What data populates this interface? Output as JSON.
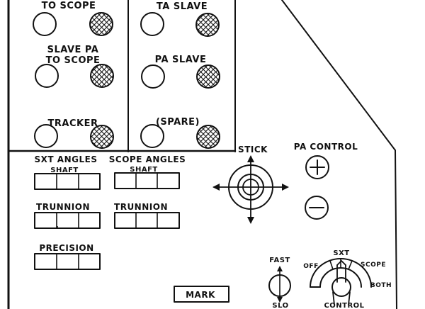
{
  "slave_lights": {
    "top_left_label": "TO SCOPE",
    "top_right_label": "TA SLAVE",
    "mid_left_label_line1": "SLAVE PA",
    "mid_left_label_line2": "TO SCOPE",
    "mid_right_label": "PA SLAVE",
    "bottom_left_label": "TRACKER",
    "bottom_right_label": "(SPARE)"
  },
  "angles": {
    "sxt_title": "SXT ANGLES",
    "sxt_sub": "SHAFT",
    "scope_title": "SCOPE ANGLES",
    "scope_sub": "SHAFT",
    "sxt_trunnion": "TRUNNION",
    "scope_trunnion": "TRUNNION",
    "precision": "PRECISION"
  },
  "stick": {
    "label": "STICK"
  },
  "pa_control": {
    "label": "PA CONTROL",
    "plus": "+",
    "minus": "−"
  },
  "speed": {
    "fast": "FAST",
    "slow": "SLO"
  },
  "mode": {
    "off": "OFF",
    "sxt": "SXT",
    "scope": "SCOPE",
    "both": "BOTH",
    "control": "CONTROL"
  },
  "mark": {
    "label": "MARK"
  }
}
